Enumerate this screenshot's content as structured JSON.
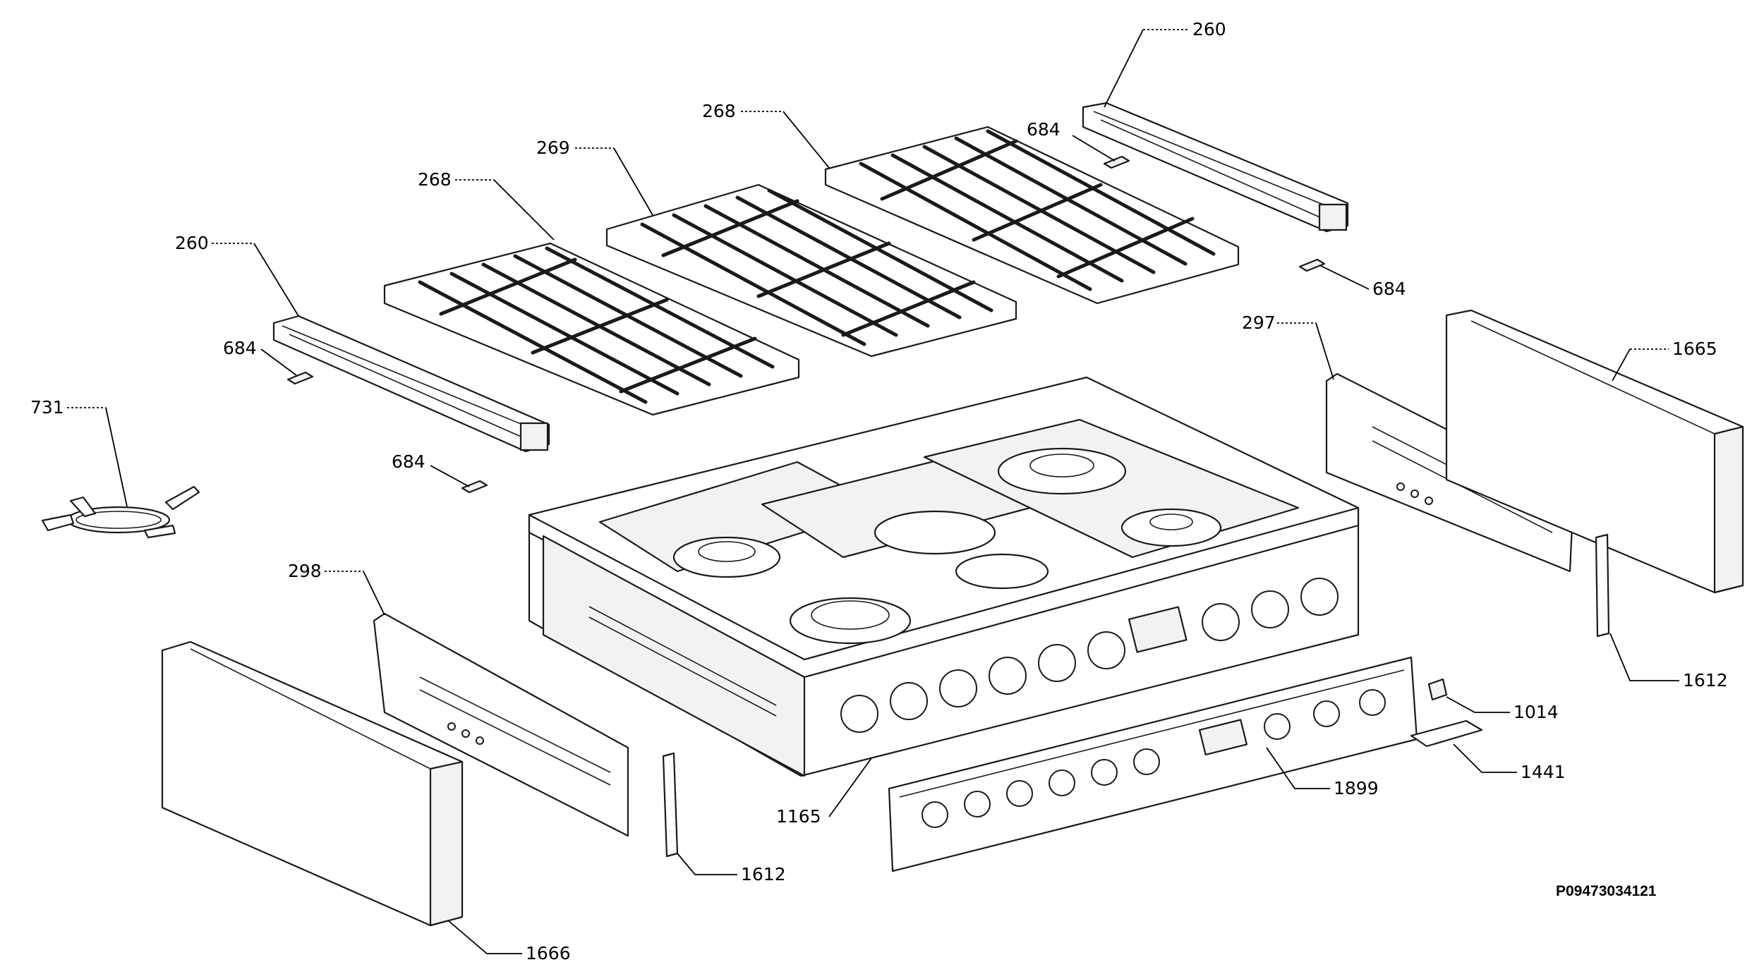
{
  "diagram": {
    "drawing_number": "P09473034121",
    "callouts": {
      "rail_right": "260",
      "rail_left": "260",
      "grate_right": "268",
      "grate_left": "268",
      "grate_center": "269",
      "clip_top": "684",
      "clip_right": "684",
      "clip_left": "684",
      "clip_bottom": "684",
      "wok_ring": "731",
      "bracket_right": "297",
      "bracket_left": "298",
      "side_panel_right": "1665",
      "side_panel_left": "1666",
      "strip_right": "1612",
      "strip_left": "1612",
      "switch": "1014",
      "plate": "1441",
      "front_panel": "1899",
      "hob": "1165"
    }
  }
}
